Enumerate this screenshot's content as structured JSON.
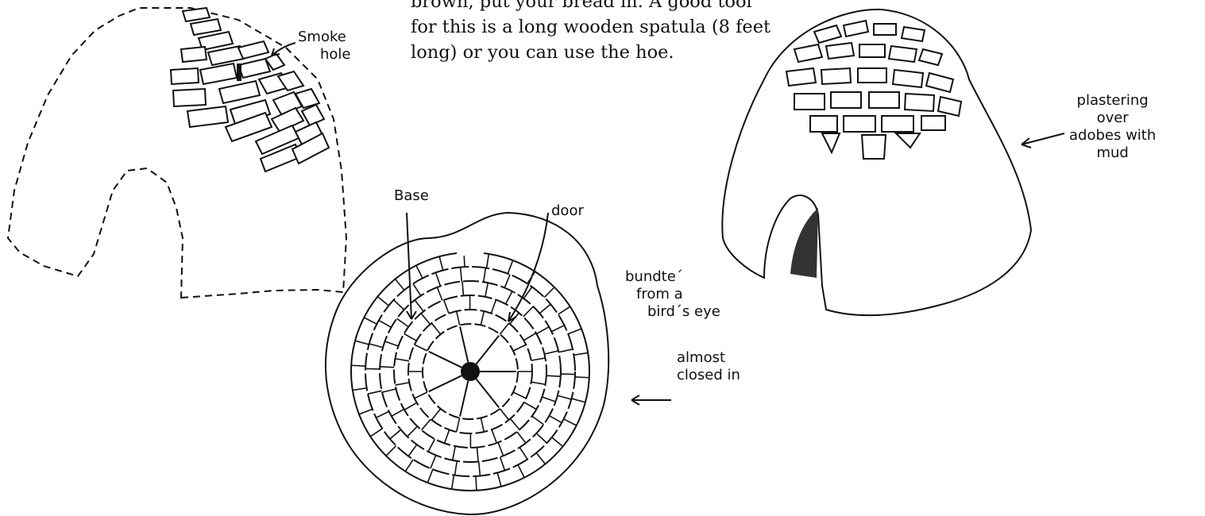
{
  "body_text": {
    "line1": "brown, put your bread in. A good tool",
    "line2": "for this is a long wooden spatula (8 feet",
    "line3": "long) or you can use the hoe."
  },
  "labels": {
    "smoke_hole": [
      "Smoke",
      "hole"
    ],
    "base": "Base",
    "door": "door",
    "birds_eye": [
      "bundte´",
      "from a",
      "bird´s eye"
    ],
    "almost_closed": [
      "almost",
      "closed in"
    ],
    "plastering": [
      "plastering",
      "over",
      "adobes with",
      "mud"
    ]
  }
}
